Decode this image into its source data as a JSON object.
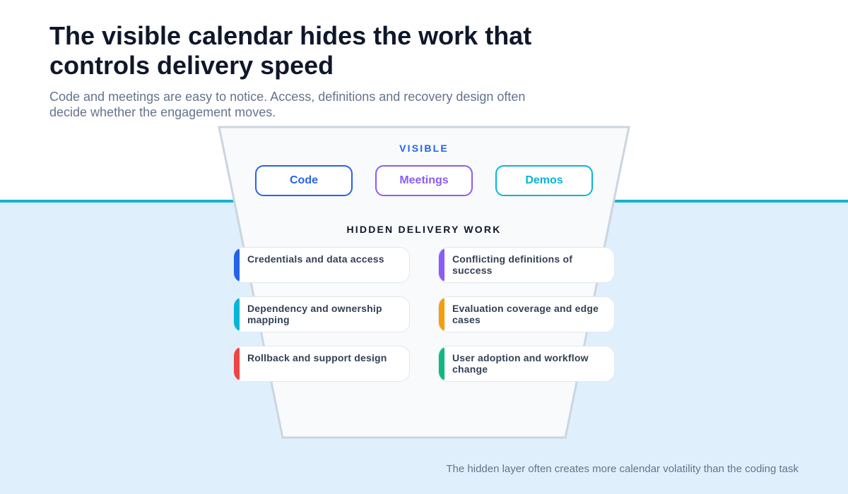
{
  "header": {
    "title": "The visible calendar hides the work that controls delivery speed",
    "subtitle": "Code and meetings are easy to notice. Access, definitions and recovery design often decide whether the engagement moves."
  },
  "visible_layer": {
    "label": "VISIBLE",
    "items": [
      {
        "label": "Code",
        "color": "#2563eb"
      },
      {
        "label": "Meetings",
        "color": "#8b5cf6"
      },
      {
        "label": "Demos",
        "color": "#06b6d4"
      }
    ]
  },
  "hidden_layer": {
    "label": "HIDDEN DELIVERY WORK",
    "items": [
      {
        "label": "Credentials and data access",
        "color": "#2563eb"
      },
      {
        "label": "Conflicting definitions of success",
        "color": "#8b5cf6"
      },
      {
        "label": "Dependency and ownership mapping",
        "color": "#06b6d4"
      },
      {
        "label": "Evaluation coverage and edge cases",
        "color": "#f59e0b"
      },
      {
        "label": "Rollback and support design",
        "color": "#ef4444"
      },
      {
        "label": "User adoption and workflow change",
        "color": "#10b981"
      }
    ]
  },
  "footnote": "The hidden layer often creates more calendar volatility than the coding task",
  "colors": {
    "waterline": "#18b4cf",
    "water": "#dff0fc",
    "funnel_fill": "#f8fafc",
    "funnel_stroke": "#cbd5e1"
  }
}
